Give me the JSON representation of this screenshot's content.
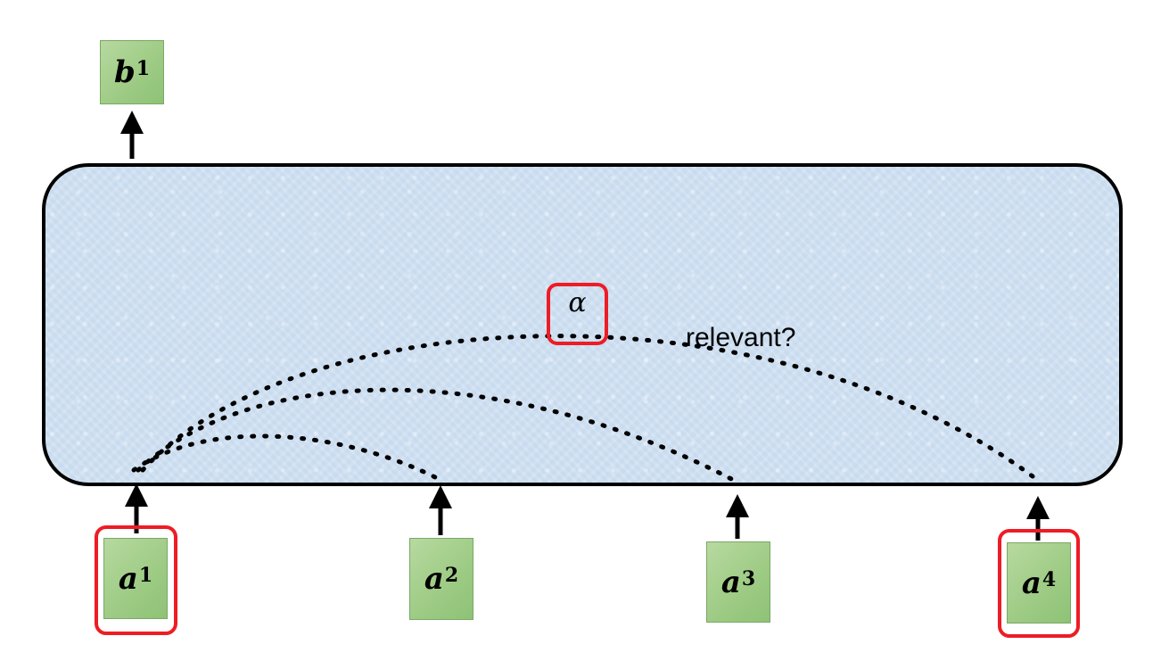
{
  "diagram": {
    "output": {
      "base": "b",
      "sup": "1"
    },
    "inputs": [
      {
        "base": "a",
        "sup": "1",
        "highlighted": true
      },
      {
        "base": "a",
        "sup": "2",
        "highlighted": false
      },
      {
        "base": "a",
        "sup": "3",
        "highlighted": false
      },
      {
        "base": "a",
        "sup": "4",
        "highlighted": true
      }
    ],
    "attention_label": "α",
    "relevance_label": "relevant?",
    "colors": {
      "block_fill": "#cfe0f1",
      "vector_fill": "#9fcc86",
      "highlight": "#ee1c25",
      "stroke": "#000000"
    }
  }
}
